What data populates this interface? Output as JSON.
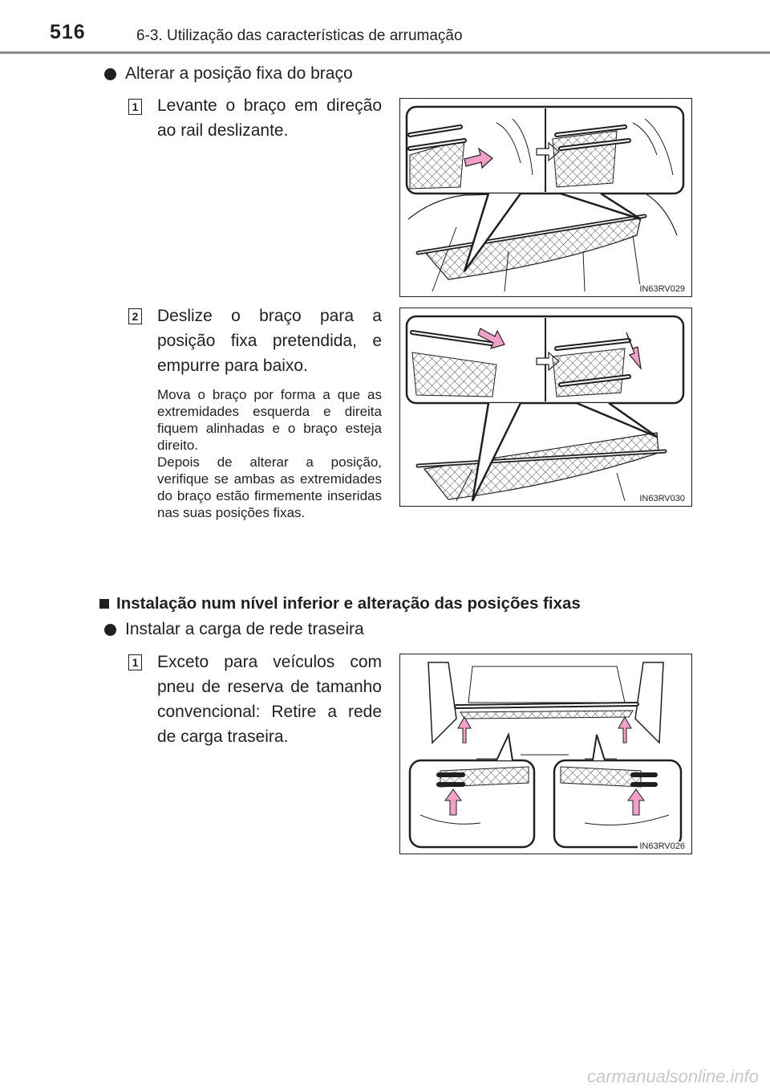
{
  "header": {
    "page_number": "516",
    "section_title": "6-3. Utilização das características de arrumação"
  },
  "block1": {
    "bullet_title": "Alterar a posição fixa do braço",
    "step1": {
      "badge": "1",
      "text": "Levante o braço em direção ao rail deslizante.",
      "figure_code": "IN63RV029"
    },
    "step2": {
      "badge": "2",
      "text": "Deslize o braço para a posição fixa pretendida, e empurre para baixo.",
      "note1": "Mova o braço por forma a que as extremidades esquerda e direita fiquem alinhadas e o braço esteja direito.",
      "note2": "Depois de alterar a posição, verifique se ambas as extremidades do braço estão firmemente inseridas nas suas posições fixas.",
      "figure_code": "IN63RV030"
    }
  },
  "block2": {
    "subheading": "Instalação num nível inferior e alteração das posições fixas",
    "bullet_title": "Instalar a carga de rede traseira",
    "step1": {
      "badge": "1",
      "text": "Exceto para veículos com pneu de reserva de tamanho convencional: Retire a rede de carga traseira.",
      "figure_code": "IN63RV026"
    }
  },
  "footer": {
    "watermark": "carmanualsonline.info"
  },
  "colors": {
    "text": "#231f20",
    "arrow_pink": "#f2a0c8",
    "rule": "#8a8a8a"
  }
}
